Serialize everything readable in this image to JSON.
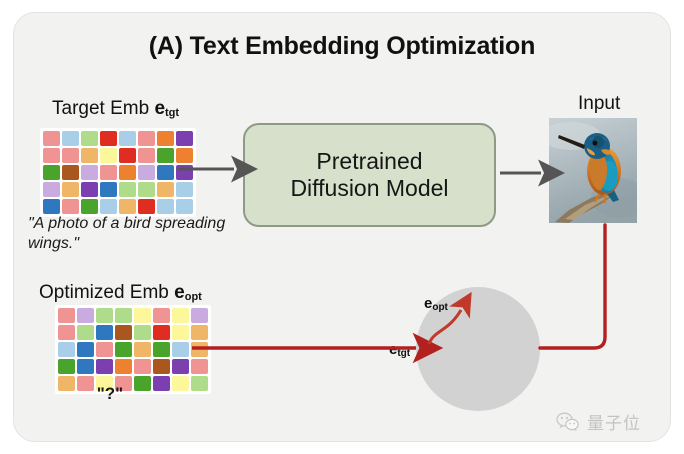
{
  "figure": {
    "title": "(A) Text Embedding Optimization",
    "panel_bg": "#f2f2f1",
    "accent_red": "#b32020",
    "accent_gray": "#555555",
    "model_box_fill": "#d6e0cb",
    "model_box_border": "#8e9a84",
    "circle_fill": "#d2d2d2"
  },
  "target": {
    "label_main": "Target Emb ",
    "label_symbol": "e",
    "label_subscript": "tgt",
    "caption": "\"A photo of a bird spreading wings.\"",
    "grid": {
      "rows": 5,
      "cols": 8,
      "colors": [
        [
          "#ef9393",
          "#a8cee8",
          "#aedc8a",
          "#e02d22",
          "#a8cee8",
          "#ef9393",
          "#ed8130",
          "#7b3fb0"
        ],
        [
          "#ef9393",
          "#ef9393",
          "#f0b667",
          "#fbf79a",
          "#e02d22",
          "#ef9393",
          "#4aa32a",
          "#ed8130"
        ],
        [
          "#4aa32a",
          "#a9561f",
          "#c9abe0",
          "#ef9393",
          "#ed8130",
          "#c9abe0",
          "#2f78bf",
          "#7b3fb0"
        ],
        [
          "#c9abe0",
          "#f0b667",
          "#7b3fb0",
          "#2f78bf",
          "#aedc8a",
          "#aedc8a",
          "#f0b667",
          "#a8cee8"
        ],
        [
          "#2f78bf",
          "#ef9393",
          "#4aa32a",
          "#a8cee8",
          "#f0b667",
          "#e02d22",
          "#a8cee8",
          "#a8cee8"
        ]
      ]
    }
  },
  "optimized": {
    "label_main": "Optimized Emb ",
    "label_symbol": "e",
    "label_subscript": "opt",
    "caption": "\"?\"",
    "grid": {
      "rows": 5,
      "cols": 8,
      "colors": [
        [
          "#ef9393",
          "#c9abe0",
          "#aedc8a",
          "#aedc8a",
          "#fbf79a",
          "#ef9393",
          "#fbf79a",
          "#c9abe0"
        ],
        [
          "#ef9393",
          "#aedc8a",
          "#2f78bf",
          "#a9561f",
          "#aedc8a",
          "#e02d22",
          "#fbf79a",
          "#f0b667"
        ],
        [
          "#a8cee8",
          "#2f78bf",
          "#ef9393",
          "#4aa32a",
          "#f0b667",
          "#4aa32a",
          "#a8cee8",
          "#f0b667"
        ],
        [
          "#4aa32a",
          "#2f78bf",
          "#7b3fb0",
          "#ed8130",
          "#ef9393",
          "#a9561f",
          "#7b3fb0",
          "#ef9393"
        ],
        [
          "#f0b667",
          "#ef9393",
          "#fbf79a",
          "#ef9393",
          "#4aa32a",
          "#7b3fb0",
          "#fbf79a",
          "#aedc8a"
        ]
      ]
    }
  },
  "model": {
    "line1": "Pretrained",
    "line2": "Diffusion Model"
  },
  "input": {
    "label": "Input",
    "image_alt": "kingfisher-photo"
  },
  "latent_space": {
    "point_target": {
      "symbol": "e",
      "subscript": "tgt"
    },
    "point_optimized": {
      "symbol": "e",
      "subscript": "opt"
    }
  },
  "watermark": {
    "text": "量子位",
    "icon": "wechat-icon"
  }
}
